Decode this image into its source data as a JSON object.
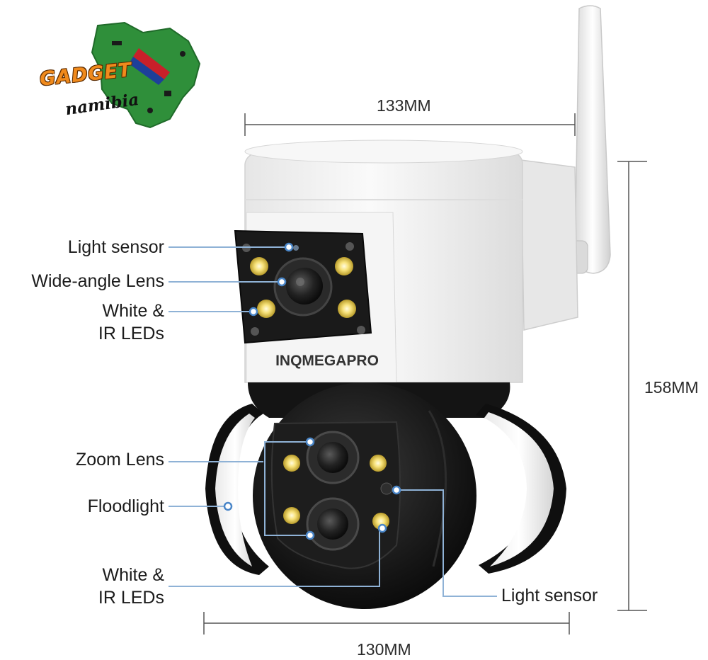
{
  "brand_logo": {
    "line1": "GADGET",
    "line2": "namibia"
  },
  "product_brand": "INQMEGAPRO",
  "dimensions": {
    "top_width": "133MM",
    "height": "158MM",
    "bottom_width": "130MM"
  },
  "callouts": {
    "upper_light_sensor": "Light sensor",
    "wide_angle_lens": "Wide-angle Lens",
    "upper_leds_line1": "White &",
    "upper_leds_line2": "IR LEDs",
    "zoom_lens": "Zoom Lens",
    "floodlight": "Floodlight",
    "lower_leds_line1": "White &",
    "lower_leds_line2": "IR LEDs",
    "lower_light_sensor": "Light sensor"
  },
  "colors": {
    "callout_line": "#8fb2d6",
    "callout_dot": "#4a86c8",
    "logo_green": "#2f8f3a",
    "logo_orange": "#f08a1c",
    "camera_body_white": "#f4f4f4",
    "camera_body_black": "#151515"
  }
}
